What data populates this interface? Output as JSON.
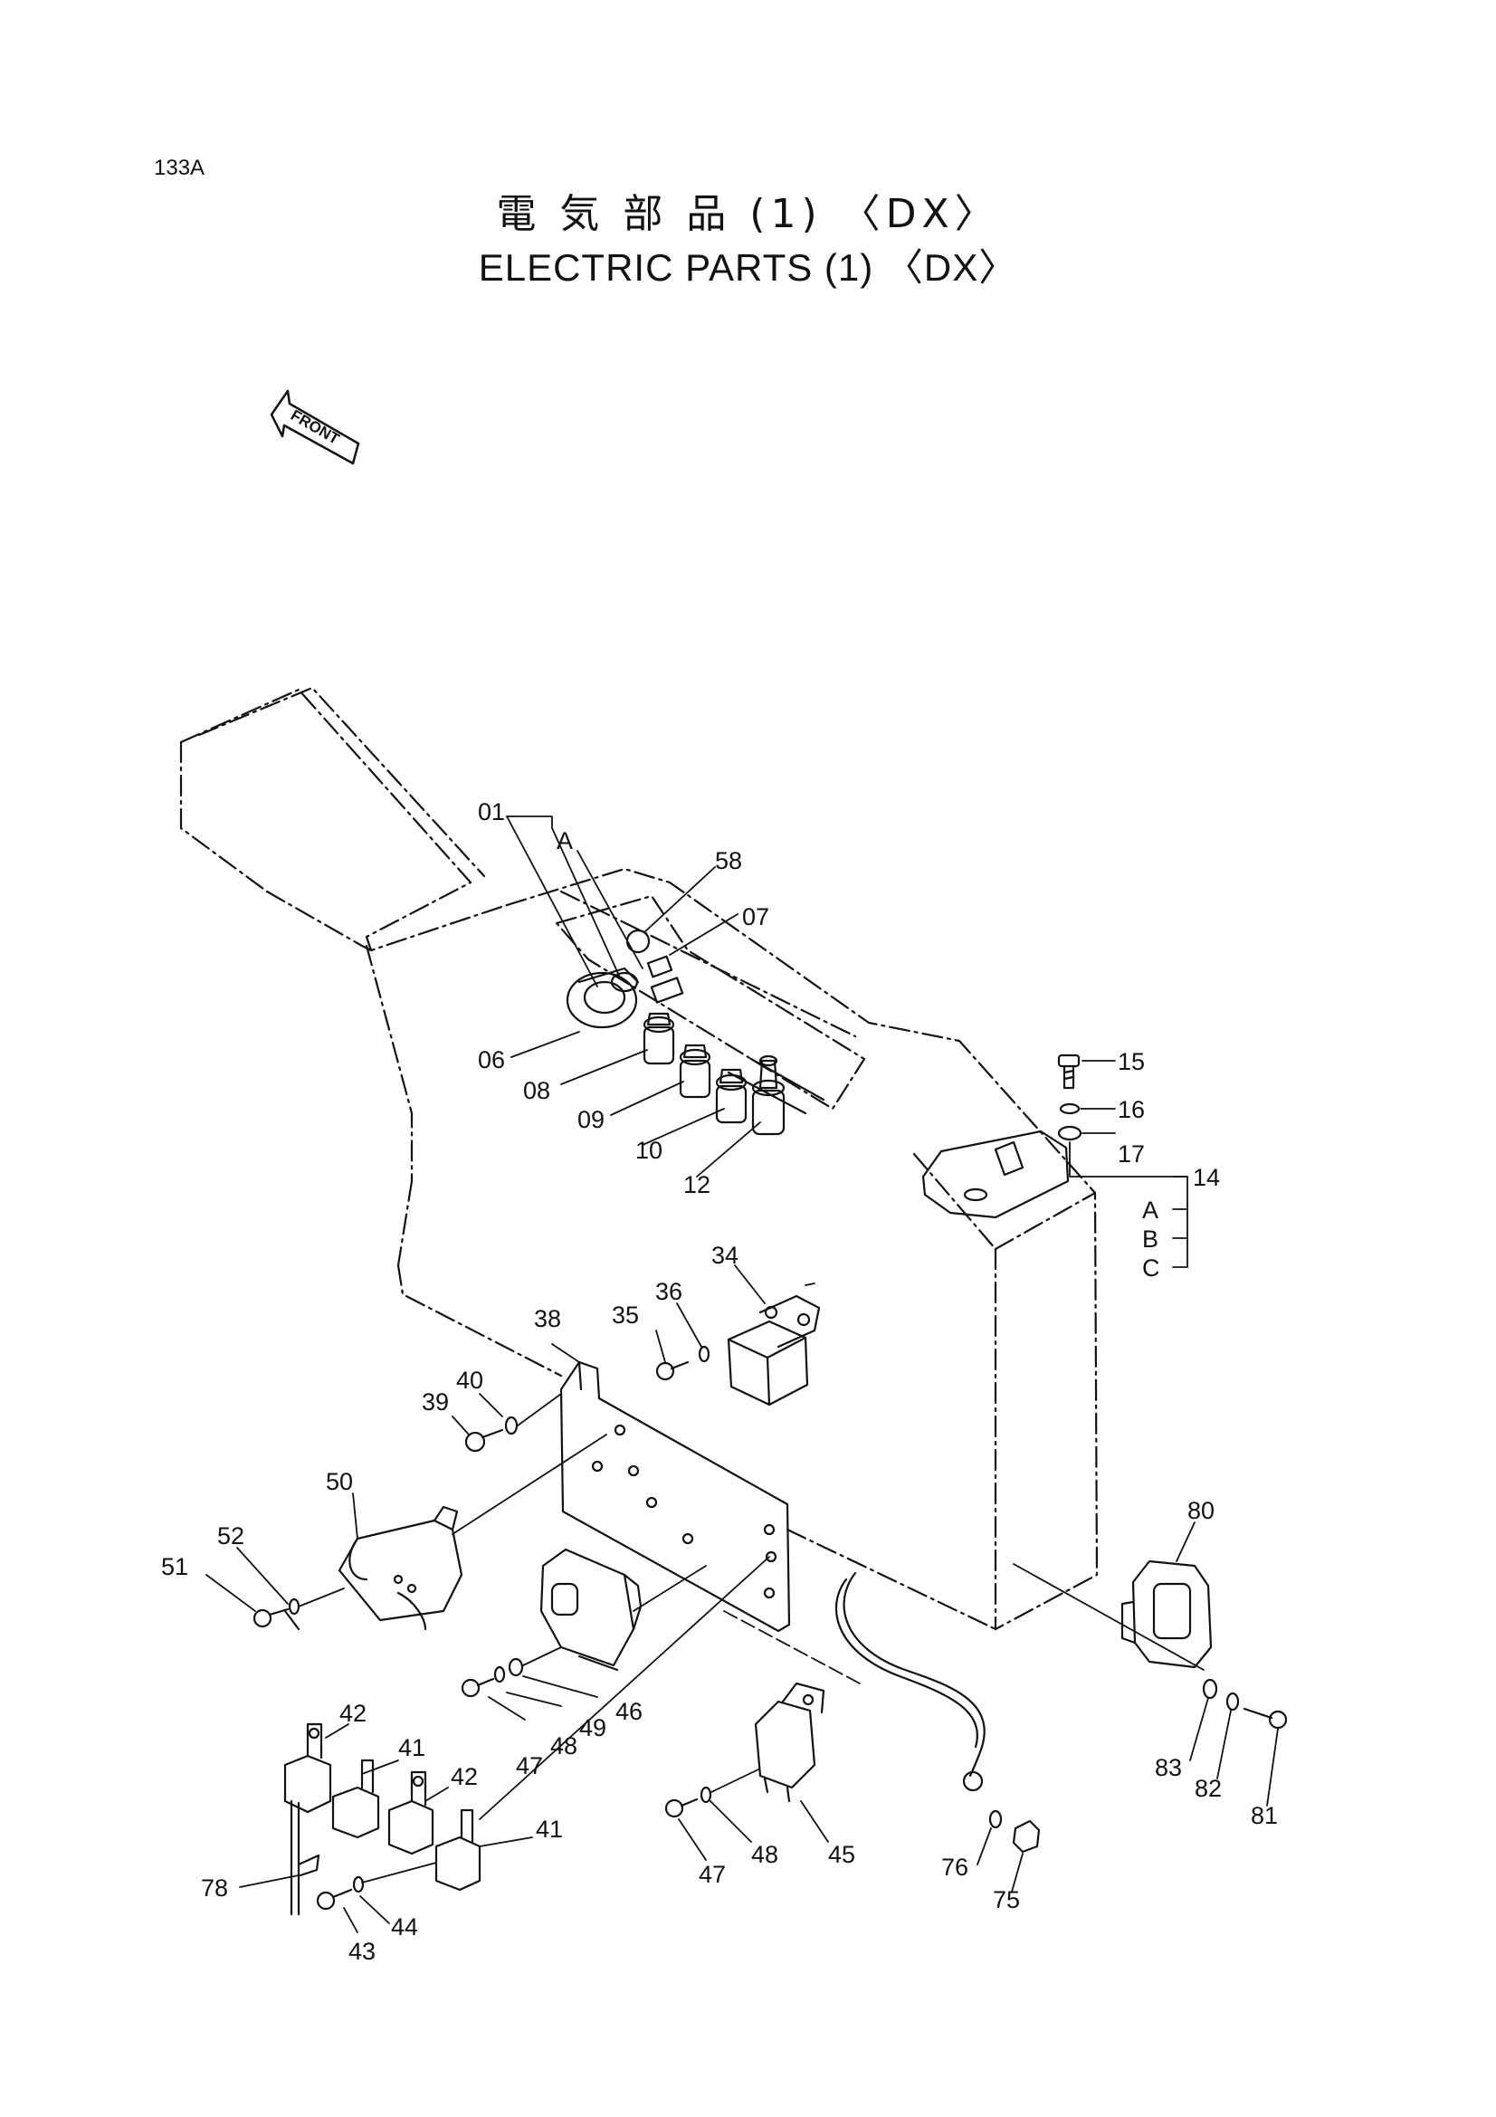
{
  "header": {
    "page_code": "133A",
    "title_jp": "電 気 部 品 (1) 〈DX〉",
    "title_en": "ELECTRIC PARTS (1) 〈DX〉"
  },
  "orientation": {
    "front_label": "FRONT"
  },
  "callouts": [
    {
      "id": "c01",
      "text": "01"
    },
    {
      "id": "cA1",
      "text": "A"
    },
    {
      "id": "c58",
      "text": "58"
    },
    {
      "id": "c07",
      "text": "07"
    },
    {
      "id": "c06",
      "text": "06"
    },
    {
      "id": "c08",
      "text": "08"
    },
    {
      "id": "c09",
      "text": "09"
    },
    {
      "id": "c10",
      "text": "10"
    },
    {
      "id": "c12",
      "text": "12"
    },
    {
      "id": "c15",
      "text": "15"
    },
    {
      "id": "c16",
      "text": "16"
    },
    {
      "id": "c17",
      "text": "17"
    },
    {
      "id": "c14",
      "text": "14"
    },
    {
      "id": "cA2",
      "text": "A"
    },
    {
      "id": "cB",
      "text": "B"
    },
    {
      "id": "cC",
      "text": "C"
    },
    {
      "id": "c34",
      "text": "34"
    },
    {
      "id": "c36",
      "text": "36"
    },
    {
      "id": "c35",
      "text": "35"
    },
    {
      "id": "c38",
      "text": "38"
    },
    {
      "id": "c40",
      "text": "40"
    },
    {
      "id": "c39",
      "text": "39"
    },
    {
      "id": "c50",
      "text": "50"
    },
    {
      "id": "c52",
      "text": "52"
    },
    {
      "id": "c51",
      "text": "51"
    },
    {
      "id": "c80",
      "text": "80"
    },
    {
      "id": "c46",
      "text": "46"
    },
    {
      "id": "c49",
      "text": "49"
    },
    {
      "id": "c48a",
      "text": "48"
    },
    {
      "id": "c47a",
      "text": "47"
    },
    {
      "id": "c42a",
      "text": "42"
    },
    {
      "id": "c41a",
      "text": "41"
    },
    {
      "id": "c42b",
      "text": "42"
    },
    {
      "id": "c41b",
      "text": "41"
    },
    {
      "id": "c78",
      "text": "78"
    },
    {
      "id": "c44",
      "text": "44"
    },
    {
      "id": "c43",
      "text": "43"
    },
    {
      "id": "c47b",
      "text": "47"
    },
    {
      "id": "c48b",
      "text": "48"
    },
    {
      "id": "c45",
      "text": "45"
    },
    {
      "id": "c76",
      "text": "76"
    },
    {
      "id": "c75",
      "text": "75"
    },
    {
      "id": "c83",
      "text": "83"
    },
    {
      "id": "c82",
      "text": "82"
    },
    {
      "id": "c81",
      "text": "81"
    }
  ]
}
